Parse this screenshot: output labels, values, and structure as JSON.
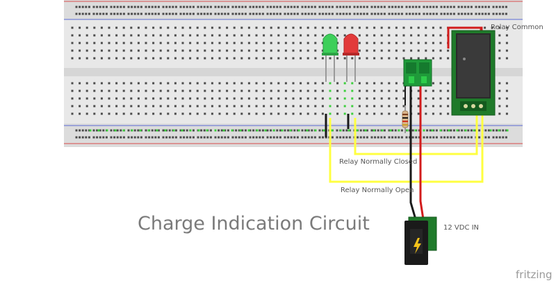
{
  "diagram": {
    "title": "Charge Indication Circuit",
    "brand": "fritzing",
    "labels": {
      "relay_common": "Relay Common",
      "relay_nc": "Relay Normally Closed",
      "relay_no": "Relay Normally Open",
      "power_in": "12 VDC IN"
    },
    "colors": {
      "breadboard": "#e8e8e8",
      "rail_strip": "#dcdcdc",
      "rail_red": "#d94a4a",
      "rail_blue": "#5a6ad4",
      "hole": "#4a4a4a",
      "hole_green": "#3ccf3c",
      "wire_yellow": "#ffff40",
      "wire_red": "#d21c1c",
      "wire_black": "#1a1a1a",
      "pcb_green": "#1f7a2a",
      "led_green": "#3ecf5a",
      "led_red": "#e23a3a",
      "title_gray": "#7a7a7a"
    },
    "components": [
      "green-led",
      "red-led",
      "resistor",
      "terminal-block",
      "relay-module",
      "dc-barrel-jack"
    ],
    "icons": {
      "power": "lightning-icon"
    }
  }
}
